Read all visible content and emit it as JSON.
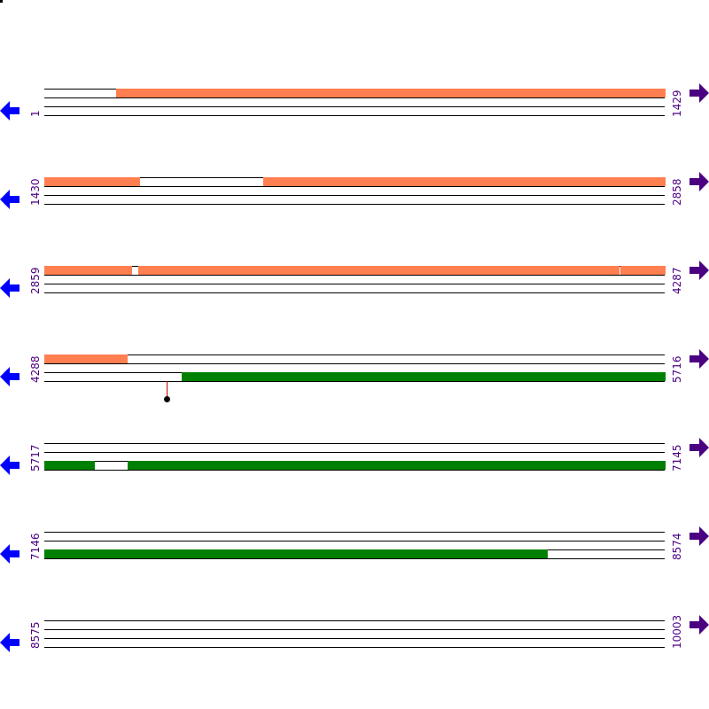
{
  "colors": {
    "forward_feature": "#ff7f50",
    "reverse_feature": "#008000",
    "label": "#4b0082",
    "left_arrow": "#0000ff",
    "right_arrow": "#4b0082",
    "marker_line": "#cc0000"
  },
  "rows": [
    {
      "start": "1",
      "end": "1429"
    },
    {
      "start": "1430",
      "end": "2858"
    },
    {
      "start": "2859",
      "end": "4287"
    },
    {
      "start": "4288",
      "end": "5716"
    },
    {
      "start": "5717",
      "end": "7145"
    },
    {
      "start": "7146",
      "end": "8574"
    },
    {
      "start": "8575",
      "end": "10003"
    }
  ],
  "icons": {
    "left": "left-arrow-icon",
    "right": "right-arrow-icon"
  }
}
